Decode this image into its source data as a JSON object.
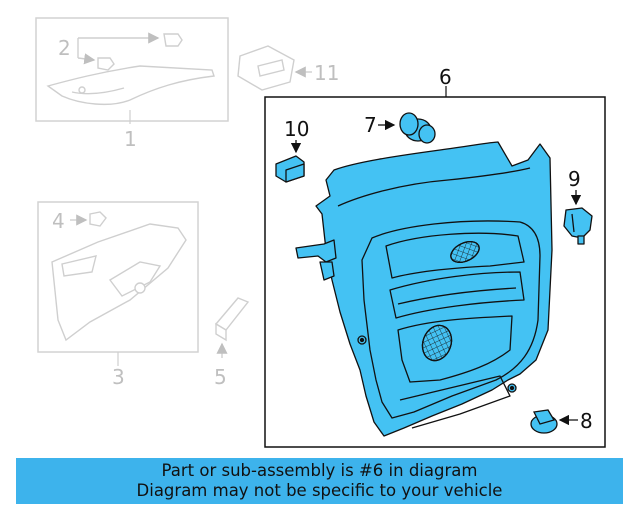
{
  "callouts": {
    "c1": "1",
    "c2": "2",
    "c3": "3",
    "c4": "4",
    "c5": "5",
    "c6": "6",
    "c7": "7",
    "c8": "8",
    "c9": "9",
    "c10": "10",
    "c11": "11"
  },
  "banner": {
    "line1": "Part or sub-assembly is #6 in diagram",
    "line2": "Diagram may not be specific to your vehicle"
  },
  "colors": {
    "highlight": "#3db3ec",
    "part_fill": "#44c2f3",
    "muted_outline": "#d2d2d2",
    "muted_text": "#bfbfbf",
    "outline": "#111111"
  }
}
